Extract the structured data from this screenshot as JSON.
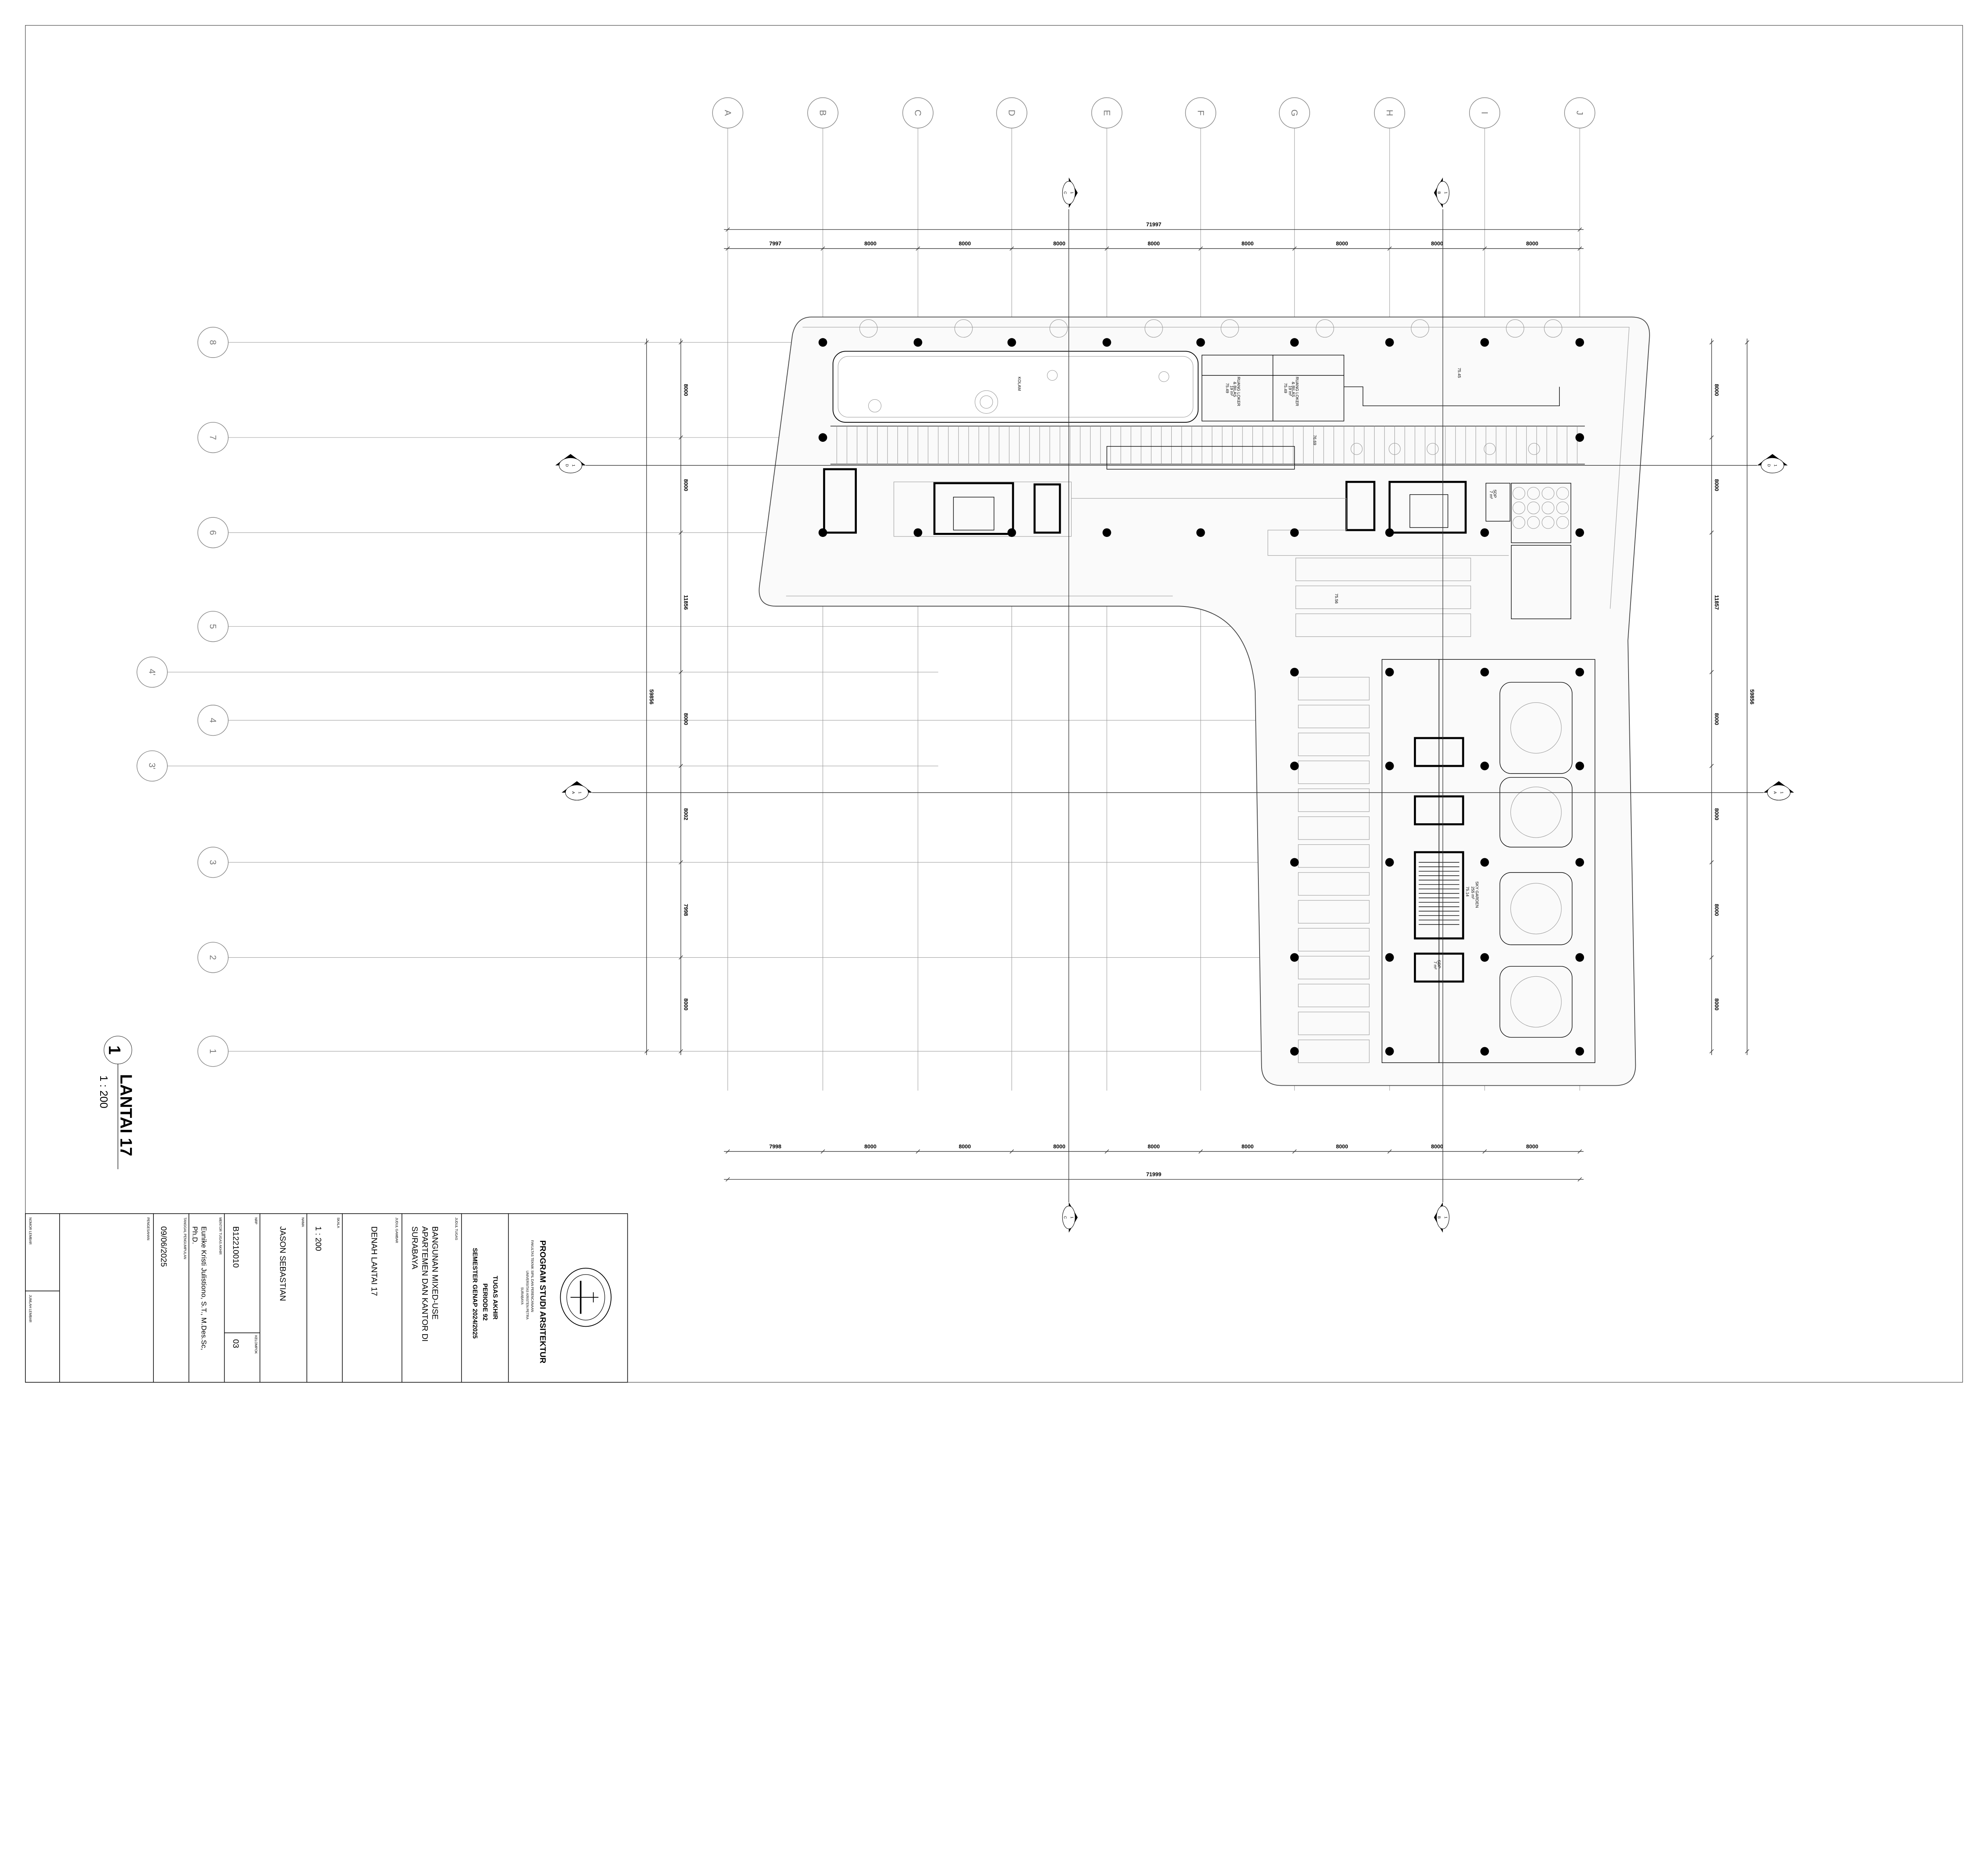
{
  "drawing": {
    "view_number": "1",
    "view_title": "LANTAI 17",
    "view_scale": "1 : 200",
    "grid_columns": [
      "A",
      "B",
      "C",
      "D",
      "E",
      "F",
      "G",
      "H",
      "I",
      "J"
    ],
    "grid_rows": [
      "8",
      "7",
      "6",
      "5",
      "4'",
      "4",
      "3'",
      "3",
      "2",
      "1"
    ],
    "top_dims": {
      "total": "71997",
      "segments": [
        "7997",
        "8000",
        "8000",
        "8000",
        "8000",
        "8000",
        "8000",
        "8000",
        "8000"
      ]
    },
    "bottom_dims": {
      "total": "71999",
      "segments": [
        "7998",
        "8000",
        "8000",
        "8000",
        "8000",
        "8000",
        "8000",
        "8000",
        "8000"
      ]
    },
    "left_dims": {
      "total": "59856",
      "segments": [
        "8000",
        "8000",
        "11856",
        "8000",
        "8002",
        "7998",
        "8000"
      ]
    },
    "right_dims": {
      "total": "59856",
      "segments": [
        "8000",
        "8000",
        "11857",
        "8000",
        "8000",
        "8000",
        "8000"
      ]
    },
    "section_markers": [
      {
        "num": "1",
        "letter": "C"
      },
      {
        "num": "1",
        "letter": "B"
      },
      {
        "num": "1",
        "letter": "C"
      },
      {
        "num": "1",
        "letter": "B"
      },
      {
        "num": "1",
        "letter": "D"
      },
      {
        "num": "1",
        "letter": "D"
      },
      {
        "num": "1",
        "letter": "A"
      },
      {
        "num": "1",
        "letter": "A"
      }
    ],
    "rooms": {
      "kolam": "KOLAM",
      "loker1": {
        "name1": "RUANG LOKER",
        "name2": "& BILAS",
        "area": "19 m²",
        "level": "75.49"
      },
      "loker2": {
        "name1": "RUANG LOKER",
        "name2": "& BILAS",
        "area": "19 m²",
        "level": "75.49"
      },
      "level_deck": "75.45",
      "level_pool_deck": "76.69",
      "level_terrace": "75.56",
      "sdp1": {
        "name": "SDP",
        "area": "7 m²"
      },
      "sdp2": {
        "name": "SDP",
        "area": "7 m²"
      },
      "sky_garden": {
        "name": "SKY GARDEN",
        "area": "255 m²",
        "level": "75.14"
      }
    }
  },
  "title_block": {
    "logo_text": "UNIVERSITAS KRISTEN PETRA",
    "program": "PROGRAM STUDI ARSITEKTUR",
    "faculty": "FAKULTAS TEKNIK SIPIL DAN PERENCANAAN",
    "university": "UNIVERSITAS KRISTEN PETRA",
    "city": "SURABAYA",
    "course": "TUGAS AKHIR",
    "period": "PERIODE 92",
    "semester": "SEMESTER GENAP 2024/2025",
    "judul_tugas_label": "JUDUL TUGAS",
    "judul_tugas": [
      "BANGUNAN MIXED-USE",
      "APARTEMEN DAN KANTOR DI",
      "SURABAYA"
    ],
    "judul_gambar_label": "JUDUL GAMBAR",
    "judul_gambar": "DENAH LANTAI 17",
    "skala_label": "SKALA",
    "skala": "1 : 200",
    "nama_label": "NAMA",
    "nama": "JASON SEBASTIAN",
    "nrp_label": "NRP",
    "nrp": "B12210010",
    "kelompok_label": "KELOMPOK",
    "kelompok": "03",
    "mentor_label": "MENTOR TUGAS AKHIR",
    "mentor": [
      "Eunike Kristi Julistiono, S.T., M.Des.Sc,",
      "Ph.D."
    ],
    "tanggal_label": "TANGGAL PENGUMPULAN",
    "tanggal": "09/06/2025",
    "pengesahan_label": "PENGESAHAN",
    "nomor_lembar_label": "NOMOR LEMBAR",
    "jumlah_lembar_label": "JUMLAH LEMBAR"
  }
}
